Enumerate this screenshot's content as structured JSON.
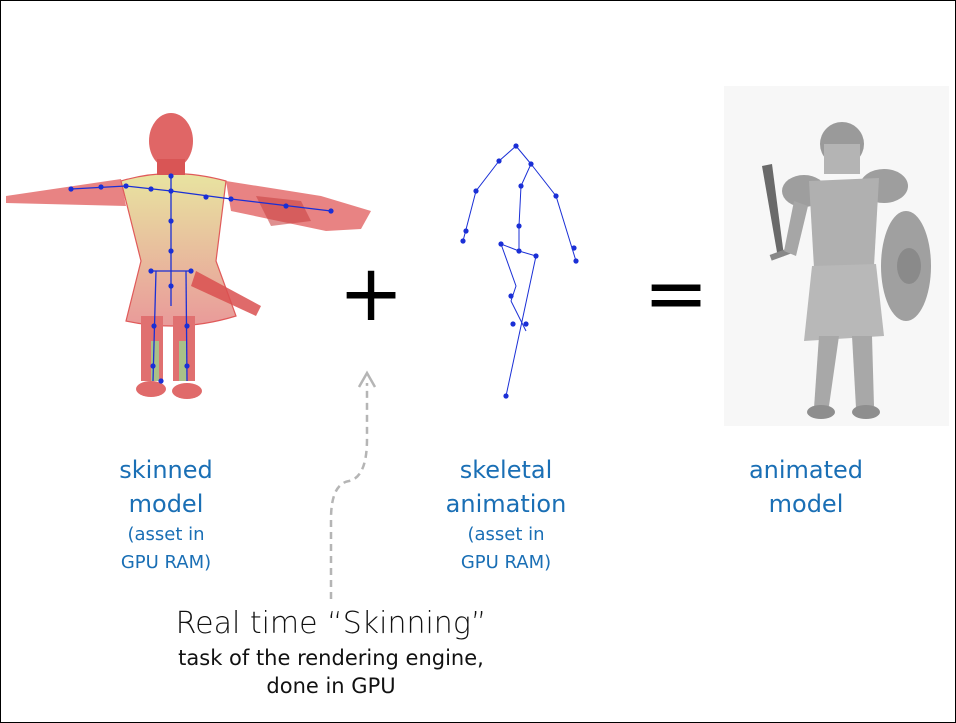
{
  "panels": {
    "skinned": {
      "title_lines": [
        "skinned",
        "model"
      ],
      "note_lines": [
        "(asset in",
        "GPU RAM)"
      ]
    },
    "skeletal": {
      "title_lines": [
        "skeletal",
        "animation"
      ],
      "note_lines": [
        "(asset in",
        "GPU RAM)"
      ]
    },
    "animated": {
      "title_lines": [
        "animated",
        "model"
      ]
    }
  },
  "operators": {
    "plus": "+",
    "equals": "="
  },
  "footer": {
    "title": "Real time “Skinning”",
    "subtitle_lines": [
      "task of the rendering engine,",
      "done in GPU"
    ]
  },
  "colors": {
    "caption_blue": "#1a6fb5",
    "joint_blue": "#1a2fd6",
    "arrow_gray": "#b5b5b5",
    "mesh_red": "#e05a5a",
    "mesh_yellow": "#e8e4a0",
    "armor_gray": "#a8a8a8"
  }
}
